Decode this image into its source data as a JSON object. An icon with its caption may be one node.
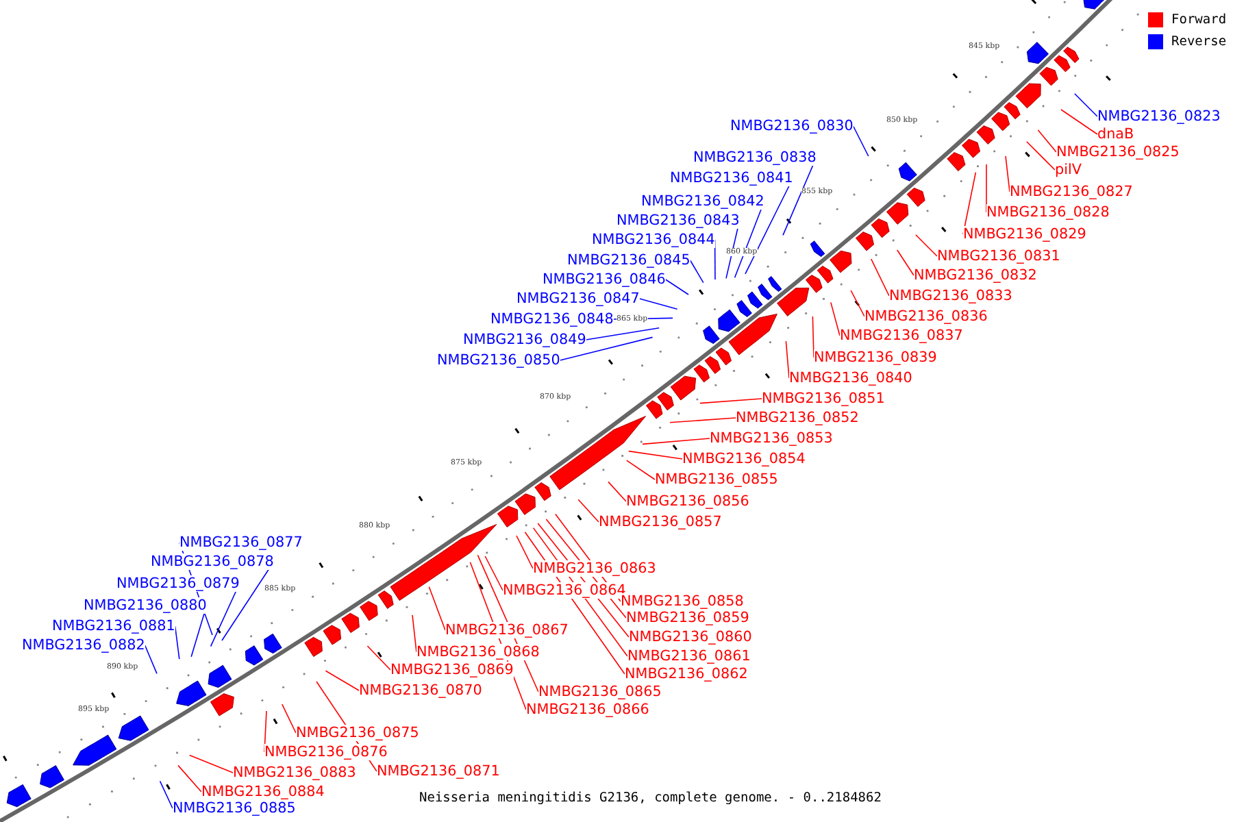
{
  "diagram": {
    "caption": "Neisseria meningitidis G2136, complete genome. - 0..2184862",
    "nodes": [
      {
        "text": [
          "NMBG2136_0823"
        ]
      },
      {
        "text": [
          "dnaB"
        ]
      },
      {
        "text": [
          "NMBG2136_0825"
        ]
      },
      {
        "text": [
          "pilV"
        ]
      },
      {
        "text": [
          "NMBG2136_0830"
        ]
      },
      {
        "text": [
          "NMBG2136_0827"
        ]
      },
      {
        "text": [
          "NMBG2136_0838"
        ]
      },
      {
        "text": [
          "NMBG2136_0841"
        ]
      },
      {
        "text": [
          "NMBG2136_0828"
        ]
      },
      {
        "text": [
          "NMBG2136_0842"
        ]
      },
      {
        "text": [
          "NMBG2136_0829"
        ]
      },
      {
        "text": [
          "NMBG2136_0843"
        ]
      },
      {
        "text": [
          "NMBG2136_0844"
        ]
      },
      {
        "text": [
          "NMBG2136_0831"
        ]
      },
      {
        "text": [
          "NMBG2136_0845"
        ]
      },
      {
        "text": [
          "NMBG2136_0832"
        ]
      },
      {
        "text": [
          "NMBG2136_0846"
        ]
      },
      {
        "text": [
          "NMBG2136_0833"
        ]
      },
      {
        "text": [
          "NMBG2136_0847"
        ]
      },
      {
        "text": [
          "NMBG2136_0836"
        ]
      },
      {
        "text": [
          "NMBG2136_0848"
        ]
      },
      {
        "text": [
          "NMBG2136_0837"
        ]
      },
      {
        "text": [
          "NMBG2136_0849"
        ]
      },
      {
        "text": [
          "NMBG2136_0839"
        ]
      },
      {
        "text": [
          "NMBG2136_0850"
        ]
      },
      {
        "text": [
          "NMBG2136_0840"
        ]
      },
      {
        "text": [
          "NMBG2136_0851"
        ]
      },
      {
        "text": [
          "NMBG2136_0852"
        ]
      },
      {
        "text": [
          "NMBG2136_0853"
        ]
      },
      {
        "text": [
          "NMBG2136_0854"
        ]
      },
      {
        "text": [
          "NMBG2136_0855"
        ]
      },
      {
        "text": [
          "NMBG2136_0856"
        ]
      },
      {
        "text": [
          "NMBG2136_0857"
        ]
      },
      {
        "text": [
          "NMBG2136_0877"
        ]
      },
      {
        "text": [
          "NMBG2136_0878"
        ]
      },
      {
        "text": [
          "NMBG2136_0863"
        ]
      },
      {
        "text": [
          "NMBG2136_0879"
        ]
      },
      {
        "text": [
          "NMBG2136_0864"
        ]
      },
      {
        "text": [
          "NMBG2136_0858"
        ]
      },
      {
        "text": [
          "NMBG2136_0880"
        ]
      },
      {
        "text": [
          "NMBG2136_0859"
        ]
      },
      {
        "text": [
          "NMBG2136_0867"
        ]
      },
      {
        "text": [
          "NMBG2136_0881"
        ]
      },
      {
        "text": [
          "NMBG2136_0860"
        ]
      },
      {
        "text": [
          "NMBG2136_0882"
        ]
      },
      {
        "text": [
          "NMBG2136_0868"
        ]
      },
      {
        "text": [
          "NMBG2136_0861"
        ]
      },
      {
        "text": [
          "NMBG2136_0869"
        ]
      },
      {
        "text": [
          "NMBG2136_0862"
        ]
      },
      {
        "text": [
          "NMBG2136_0870"
        ]
      },
      {
        "text": [
          "NMBG2136_0865"
        ]
      },
      {
        "text": [
          "NMBG2136_0866"
        ]
      },
      {
        "text": [
          "NMBG2136_0875"
        ]
      },
      {
        "text": [
          "NMBG2136_0876"
        ]
      },
      {
        "text": [
          "NMBG2136_0871"
        ]
      },
      {
        "text": [
          "NMBG2136_0883"
        ]
      },
      {
        "text": [
          "NMBG2136_0884"
        ]
      },
      {
        "text": [
          "NMBG2136_0885"
        ]
      }
    ],
    "edges": [
      {
        "from": 0,
        "to": null,
        "arrow": "none",
        "color": "#0000ff"
      },
      {
        "from": 1,
        "to": null,
        "arrow": "none"
      },
      {
        "from": 2,
        "to": null,
        "arrow": "none"
      },
      {
        "from": 3,
        "to": null,
        "arrow": "none"
      },
      {
        "from": 4,
        "to": null,
        "arrow": "none",
        "color": "#0000ff"
      },
      {
        "from": 5,
        "to": null,
        "arrow": "none"
      },
      {
        "from": 6,
        "to": null,
        "arrow": "none",
        "color": "#0000ff"
      },
      {
        "from": 7,
        "to": null,
        "arrow": "none",
        "color": "#0000ff"
      },
      {
        "from": 8,
        "to": null,
        "arrow": "none"
      },
      {
        "from": 9,
        "to": null,
        "arrow": "none",
        "color": "#0000ff"
      },
      {
        "from": 10,
        "to": null,
        "arrow": "none"
      },
      {
        "from": 11,
        "to": null,
        "arrow": "none",
        "color": "#0000ff"
      },
      {
        "from": 12,
        "to": null,
        "arrow": "none",
        "color": "#0000ff"
      },
      {
        "from": 13,
        "to": null,
        "arrow": "none"
      },
      {
        "from": 14,
        "to": null,
        "arrow": "none",
        "color": "#0000ff"
      },
      {
        "from": 15,
        "to": null,
        "arrow": "none"
      },
      {
        "from": 16,
        "to": null,
        "arrow": "none",
        "color": "#0000ff"
      },
      {
        "from": 17,
        "to": null,
        "arrow": "none"
      },
      {
        "from": 18,
        "to": null,
        "arrow": "none",
        "color": "#0000ff"
      },
      {
        "from": 19,
        "to": null,
        "arrow": "none"
      },
      {
        "from": 20,
        "to": null,
        "arrow": "none",
        "color": "#0000ff"
      },
      {
        "from": 21,
        "to": null,
        "arrow": "none"
      },
      {
        "from": 22,
        "to": null,
        "arrow": "none",
        "color": "#0000ff"
      },
      {
        "from": 23,
        "to": null,
        "arrow": "none"
      },
      {
        "from": 24,
        "to": null,
        "arrow": "none",
        "color": "#0000ff"
      },
      {
        "from": 25,
        "to": null,
        "arrow": "none"
      },
      {
        "from": 26,
        "to": null,
        "arrow": "none"
      },
      {
        "from": 27,
        "to": null,
        "arrow": "none"
      },
      {
        "from": 28,
        "to": null,
        "arrow": "none"
      },
      {
        "from": 29,
        "to": null,
        "arrow": "none"
      },
      {
        "from": 30,
        "to": null,
        "arrow": "none"
      },
      {
        "from": 31,
        "to": null,
        "arrow": "none"
      },
      {
        "from": 32,
        "to": null,
        "arrow": "none"
      },
      {
        "from": 33,
        "to": null,
        "arrow": "none",
        "color": "#0000ff"
      },
      {
        "from": 34,
        "to": null,
        "arrow": "none",
        "color": "#0000ff"
      },
      {
        "from": 35,
        "to": null,
        "arrow": "none"
      },
      {
        "from": 36,
        "to": null,
        "arrow": "none",
        "color": "#0000ff"
      },
      {
        "from": 37,
        "to": null,
        "arrow": "none"
      },
      {
        "from": 38,
        "to": null,
        "arrow": "none"
      },
      {
        "from": 39,
        "to": null,
        "arrow": "none",
        "color": "#0000ff"
      },
      {
        "from": 40,
        "to": null,
        "arrow": "none"
      },
      {
        "from": 41,
        "to": null,
        "arrow": "none"
      },
      {
        "from": 42,
        "to": null,
        "arrow": "none",
        "color": "#0000ff"
      },
      {
        "from": 43,
        "to": null,
        "arrow": "none"
      },
      {
        "from": 44,
        "to": null,
        "arrow": "none",
        "color": "#0000ff"
      },
      {
        "from": 45,
        "to": null,
        "arrow": "none"
      },
      {
        "from": 46,
        "to": null,
        "arrow": "none"
      },
      {
        "from": 47,
        "to": null,
        "arrow": "none"
      },
      {
        "from": 48,
        "to": null,
        "arrow": "none"
      },
      {
        "from": 49,
        "to": null,
        "arrow": "none"
      },
      {
        "from": 50,
        "to": null,
        "arrow": "none"
      },
      {
        "from": 51,
        "to": null,
        "arrow": "none"
      },
      {
        "from": 52,
        "to": null,
        "arrow": "none"
      },
      {
        "from": 53,
        "to": null,
        "arrow": "none"
      },
      {
        "from": 54,
        "to": null,
        "arrow": "none"
      },
      {
        "from": 55,
        "to": null,
        "arrow": "none"
      },
      {
        "from": 56,
        "to": null,
        "arrow": "none"
      },
      {
        "from": 57,
        "to": null,
        "arrow": "none",
        "color": "#0000ff"
      }
    ],
    "labels": [
      "845 kbp",
      "850 kbp",
      "855 kbp",
      "860 kbp",
      "865 kbp",
      "870 kbp",
      "875 kbp",
      "880 kbp",
      "885 kbp",
      "890 kbp",
      "895 kbp"
    ],
    "legend": [
      {
        "text": "Forward",
        "color": "#ff0000"
      },
      {
        "text": "Reverse",
        "color": "#0000ff"
      }
    ]
  }
}
